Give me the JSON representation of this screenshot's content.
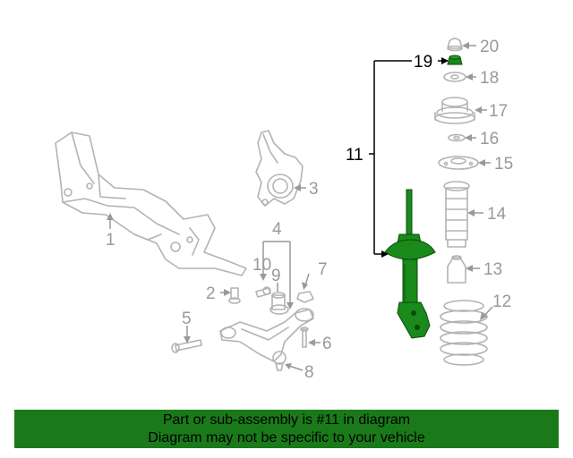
{
  "callouts": {
    "c1": "1",
    "c2": "2",
    "c3": "3",
    "c4": "4",
    "c5": "5",
    "c6": "6",
    "c7": "7",
    "c8": "8",
    "c9": "9",
    "c10": "10",
    "c11": "11",
    "c12": "12",
    "c13": "13",
    "c14": "14",
    "c15": "15",
    "c16": "16",
    "c17": "17",
    "c18": "18",
    "c19": "19",
    "c20": "20"
  },
  "footer": {
    "line1": "Part or sub-assembly is #11 in diagram",
    "line2": "Diagram may not be specific to your vehicle"
  },
  "colors": {
    "highlight": "#1a8a1a",
    "footer_bg": "#1a7a1a",
    "part_line": "#b3b3b3",
    "label_grey": "#999999",
    "label_dark": "#000000"
  }
}
